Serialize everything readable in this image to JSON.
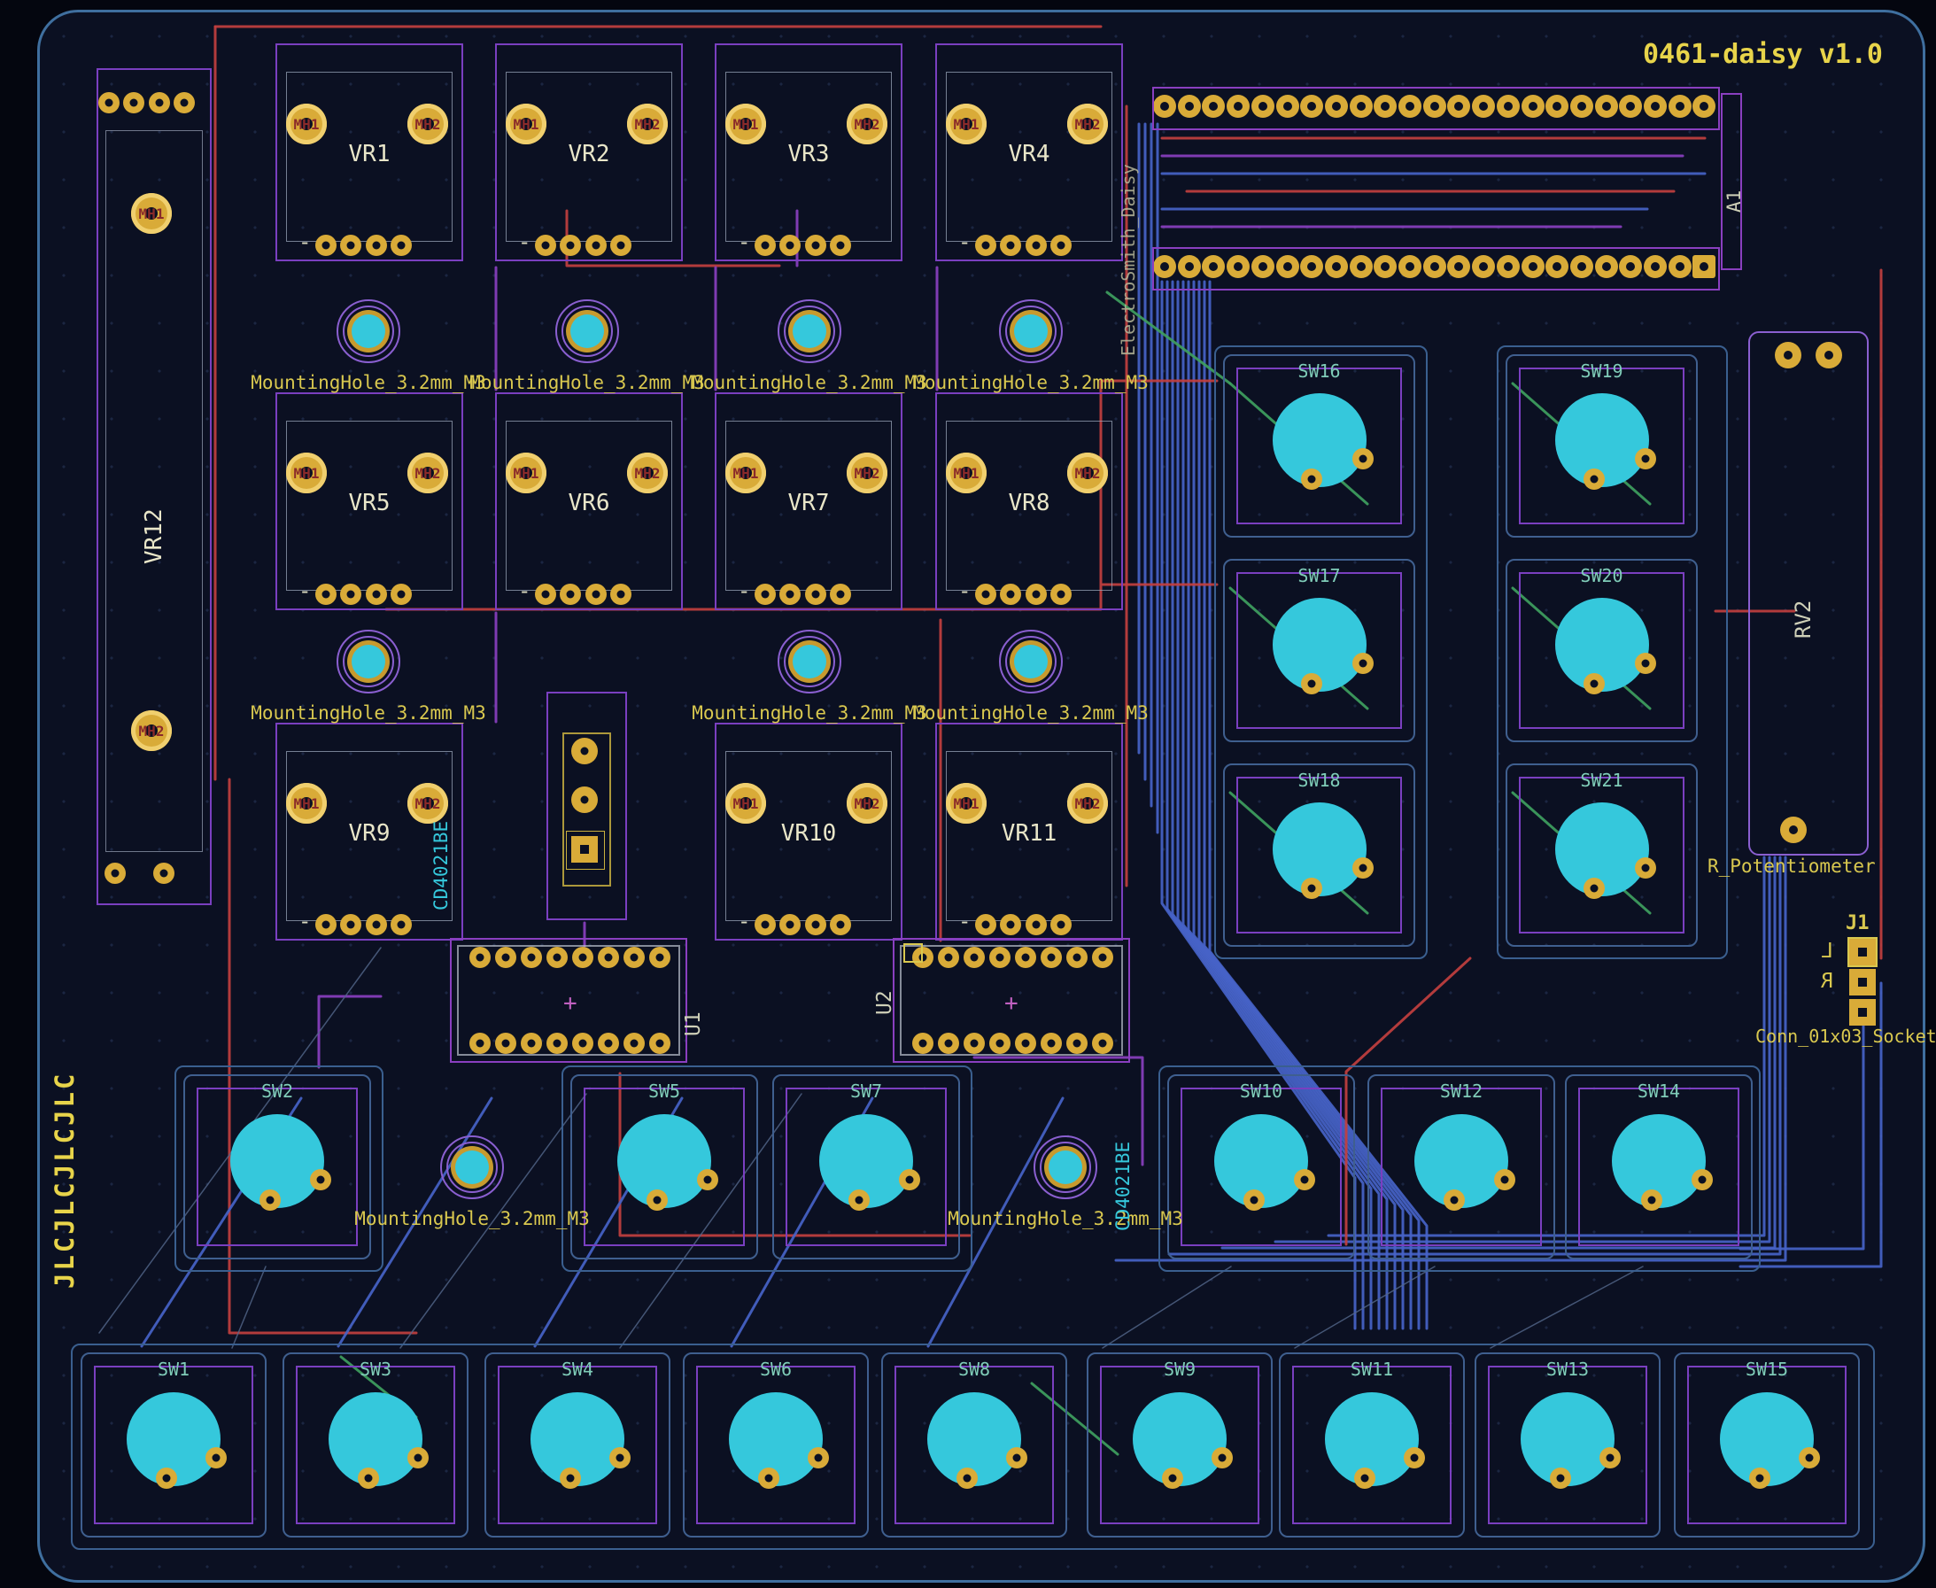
{
  "title": "0461-daisy v1.0",
  "colors": {
    "board_bg": "#0b1022",
    "edge_cut": "#3f6f9f",
    "pad_gold": "#d9ab38",
    "copper_cyan": "#35c8dc",
    "courtyard_purple": "#7a3fc0",
    "silk_yellow": "#d9c84f",
    "trace_red": "#c23f3f",
    "trace_blue": "#4663c8",
    "trace_green": "#3f9f5f",
    "fab_text": "#e9e6c9"
  },
  "silkscreen": {
    "jlc_text": "JLCJLCJLCJLC",
    "mounting_hole_label": "MountingHole_3.2mm_M3"
  },
  "pot_pad_labels": {
    "left": "MH1",
    "right": "MH2"
  },
  "pot_refs": [
    "VR1",
    "VR2",
    "VR3",
    "VR4",
    "VR5",
    "VR6",
    "VR7",
    "VR8",
    "VR9",
    "VR10",
    "VR11"
  ],
  "vr12_ref": "VR12",
  "switch_groups": {
    "grid": [
      "SW16",
      "SW19",
      "SW17",
      "SW20",
      "SW18",
      "SW21"
    ],
    "middle": [
      "SW2",
      "SW5",
      "SW7",
      "SW10",
      "SW12",
      "SW14"
    ],
    "bottom": [
      "SW1",
      "SW3",
      "SW4",
      "SW6",
      "SW8",
      "SW9",
      "SW11",
      "SW13",
      "SW15"
    ]
  },
  "headers": {
    "silk_left": "ElectroSmith_Daisy",
    "silk_right": "A1",
    "rows": 2,
    "pins_per_row": 23
  },
  "ics": [
    {
      "ref": "U1",
      "value": "CD4021BE"
    },
    {
      "ref": "U2",
      "value": "CD4021BE"
    }
  ],
  "rv2": {
    "ref": "RV2",
    "value": "R_Potentiometer"
  },
  "j1": {
    "ref": "J1",
    "value": "Conn_01x03_Socket",
    "pin_labels": [
      "L",
      "R"
    ]
  }
}
